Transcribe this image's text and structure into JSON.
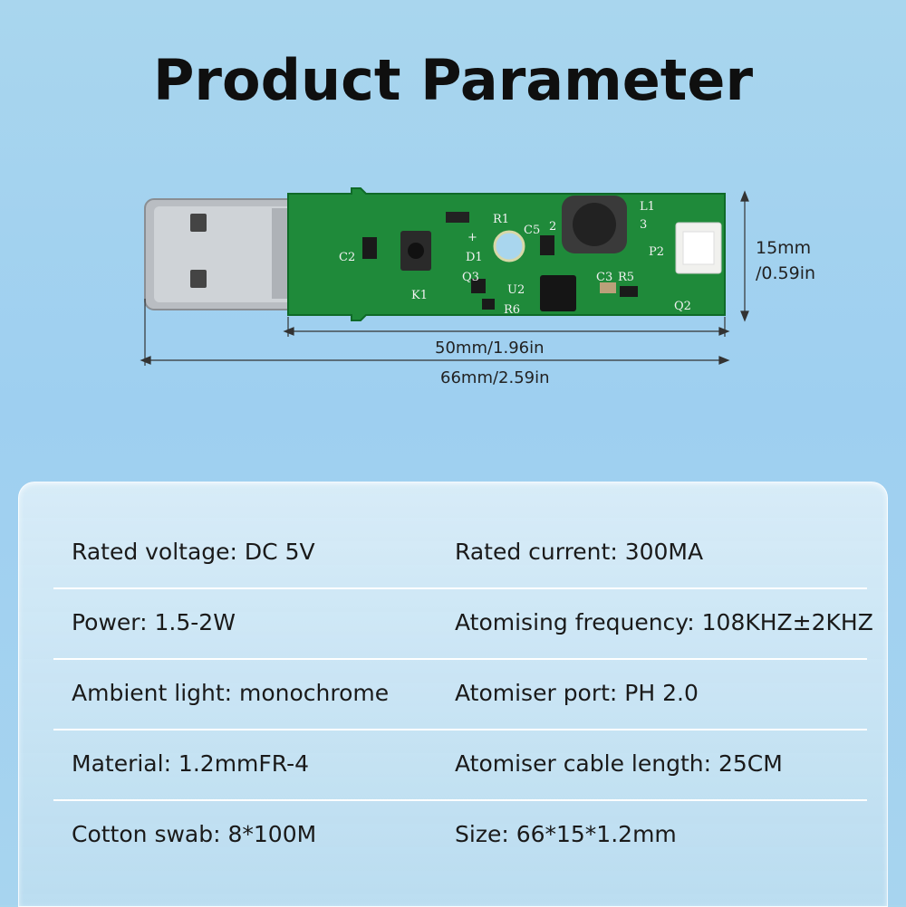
{
  "title": "Product Parameter",
  "product_image": {
    "silkscreen_labels": [
      "R1",
      "C5",
      "L1",
      "C2",
      "D1",
      "P2",
      "Q3",
      "U2",
      "C3",
      "R5",
      "K1",
      "R6",
      "Q2",
      "+",
      "2",
      "3"
    ],
    "dimensions": {
      "height": "15mm\n/0.59in",
      "height_line1": "15mm",
      "height_line2": "/0.59in",
      "board_length": "50mm/1.96in",
      "total_length": "66mm/2.59in"
    }
  },
  "specs": [
    {
      "left": "Rated voltage: DC 5V",
      "right": "Rated current: 300MA"
    },
    {
      "left": "Power: 1.5-2W",
      "right": "Atomising frequency: 108KHZ±2KHZ"
    },
    {
      "left": "Ambient light: monochrome",
      "right": "Atomiser port: PH 2.0"
    },
    {
      "left": "Material: 1.2mmFR-4",
      "right": "Atomiser cable length: 25CM"
    },
    {
      "left": "Cotton swab: 8*100M",
      "right": "Size: 66*15*1.2mm"
    }
  ]
}
